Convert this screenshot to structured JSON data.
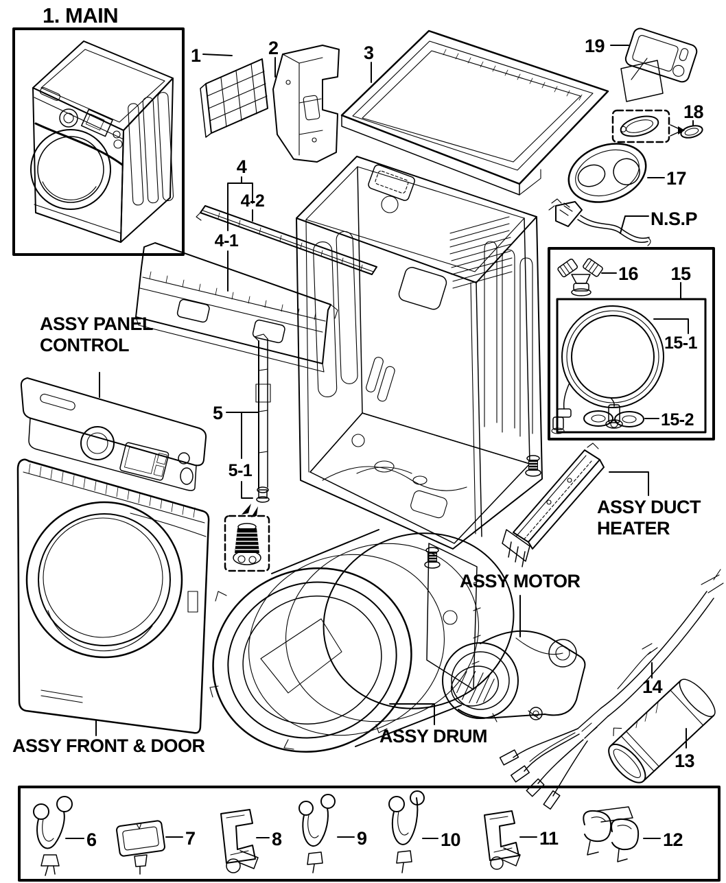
{
  "diagram": {
    "title": "1. MAIN"
  },
  "callouts": {
    "p1": "1",
    "p2": "2",
    "p3": "3",
    "p4": "4",
    "p4_1": "4-1",
    "p4_2": "4-2",
    "p5": "5",
    "p5_1": "5-1",
    "p6": "6",
    "p7": "7",
    "p8": "8",
    "p9": "9",
    "p10": "10",
    "p11": "11",
    "p12": "12",
    "p13": "13",
    "p14": "14",
    "p15": "15",
    "p15_1": "15-1",
    "p15_2": "15-2",
    "p16": "16",
    "p17": "17",
    "p18": "18",
    "p19": "19",
    "nsp": "N.S.P"
  },
  "assembly_labels": {
    "panel_control_line1": "ASSY PANEL",
    "panel_control_line2": "CONTROL",
    "front_door": "ASSY FRONT & DOOR",
    "drum": "ASSY DRUM",
    "motor": "ASSY MOTOR",
    "duct_heater_line1": "ASSY DUCT",
    "duct_heater_line2": "HEATER"
  },
  "colors": {
    "line": "#000000",
    "background": "#ffffff"
  }
}
